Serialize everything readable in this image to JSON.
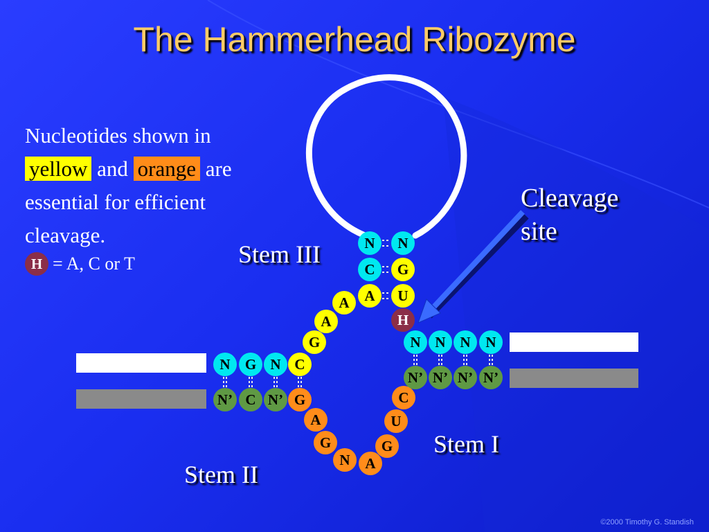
{
  "title": "The Hammerhead Ribozyme",
  "note": {
    "line_start": "Nucleotides shown in",
    "yellow_word": "yellow",
    "and_word": "and",
    "orange_word": "orange",
    "line_end": "are essential for efficient cleavage."
  },
  "key": {
    "symbol": "H",
    "meaning": "= A, C or T"
  },
  "labels": {
    "stem1": "Stem I",
    "stem2": "Stem II",
    "stem3": "Stem III",
    "cleavage": "Cleavage site"
  },
  "colors": {
    "cyan": "#00e8f0",
    "yellow": "#ffff00",
    "orange": "#ff8c1a",
    "green": "#5f9944",
    "purple": "#8b2e48",
    "arrow": "#3a6bff"
  },
  "stem3": {
    "left": [
      "N",
      "C",
      "A"
    ],
    "right": [
      "N",
      "G",
      "U"
    ]
  },
  "core": {
    "left_unpaired": [
      "A",
      "A",
      "G"
    ],
    "cleavage_base": "H",
    "lower_loop": [
      "G",
      "A",
      "G",
      "N",
      "A",
      "G",
      "U",
      "C"
    ]
  },
  "stem2": {
    "top": [
      "N",
      "G",
      "N",
      "C"
    ],
    "bottom": [
      "N’",
      "C",
      "N’",
      "G"
    ]
  },
  "stem1": {
    "top": [
      "N",
      "N",
      "N",
      "N"
    ],
    "bottom": [
      "N’",
      "N’",
      "N’",
      "N’"
    ]
  },
  "copyright": "©2000 Timothy G. Standish"
}
